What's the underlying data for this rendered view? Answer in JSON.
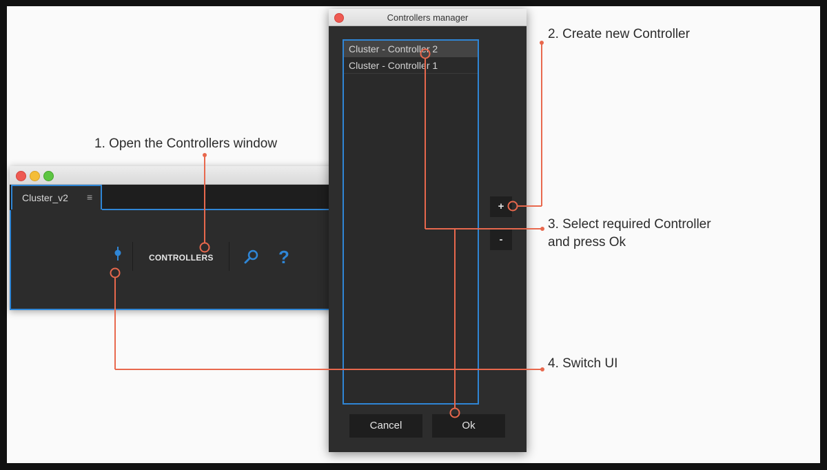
{
  "panel": {
    "tab_label": "Cluster_v2",
    "tab_menu_glyph": "≡",
    "controllers_label": "CONTROLLERS",
    "help_glyph": "?",
    "icons": [
      "switch-ui-icon",
      "search-icon",
      "help-icon"
    ]
  },
  "dialog": {
    "title": "Controllers manager",
    "items": [
      {
        "label": "Cluster - Controller 2",
        "selected": true
      },
      {
        "label": "Cluster - Controller 1",
        "selected": false
      }
    ],
    "add_label": "+",
    "remove_label": "-",
    "cancel_label": "Cancel",
    "ok_label": "Ok"
  },
  "annotations": {
    "step1": "1. Open the Controllers window",
    "step2": "2. Create new Controller",
    "step3_line1": "3. Select required Controller",
    "step3_line2": "and press Ok",
    "step4": "4. Switch UI"
  },
  "colors": {
    "accent": "#2f86d6",
    "annotation_line": "#e8684d",
    "panel_bg": "#2c2c2c"
  }
}
